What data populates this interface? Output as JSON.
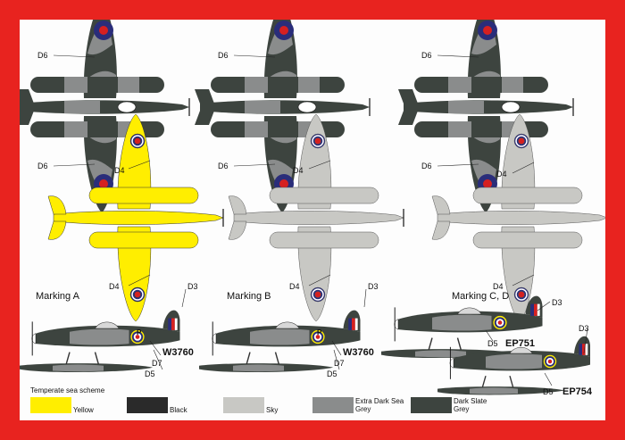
{
  "colors": {
    "frame": "#e8231f",
    "yellow": "#ffee00",
    "black": "#2a2a2a",
    "sky": "#c8c8c4",
    "extra_dark_sea_grey": "#8a8c8c",
    "dark_slate_grey": "#3d443f",
    "roundel_red": "#d62020",
    "roundel_blue": "#2a2d7a"
  },
  "labels": {
    "d6": "D6",
    "d4": "D4",
    "d3": "D3",
    "d5": "D5",
    "d7": "D7",
    "roundel_letter": "P"
  },
  "markings": {
    "a": "Marking A",
    "b": "Marking B",
    "cd": "Marking C, D"
  },
  "serials": {
    "a": "W3760",
    "b": "W3760",
    "c": "EP751",
    "d": "EP754"
  },
  "legend": {
    "title": "Temperate sea scheme",
    "swatches": [
      {
        "name": "Yellow",
        "color": "#ffee00"
      },
      {
        "name": "Black",
        "color": "#2a2a2a"
      },
      {
        "name": "Sky",
        "color": "#c8c8c4"
      },
      {
        "name": "Extra Dark Sea Grey",
        "color": "#8a8c8c"
      },
      {
        "name": "Dark Slate Grey",
        "color": "#3d443f"
      }
    ]
  }
}
